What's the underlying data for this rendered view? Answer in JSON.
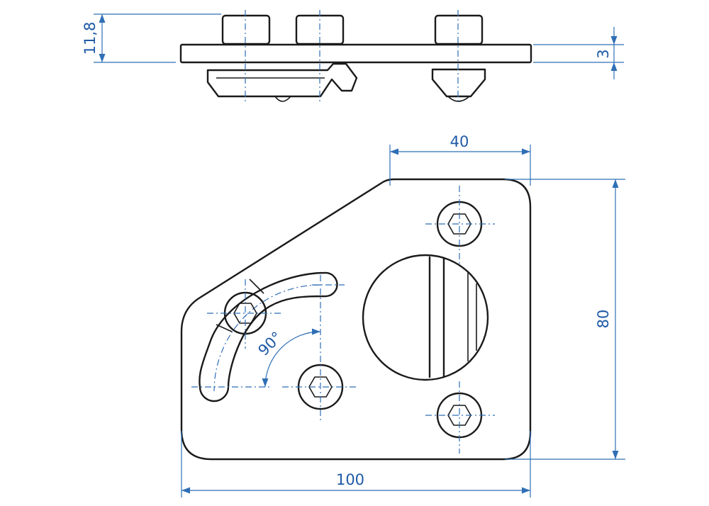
{
  "dimensions": {
    "side_height": "11,8",
    "plate_thickness": "3",
    "hole_spacing": "40",
    "plate_height": "80",
    "plate_width": "100",
    "slot_angle": "90°"
  },
  "colors": {
    "outline": "#1a1a1a",
    "dimension": "#2f6fb5"
  }
}
